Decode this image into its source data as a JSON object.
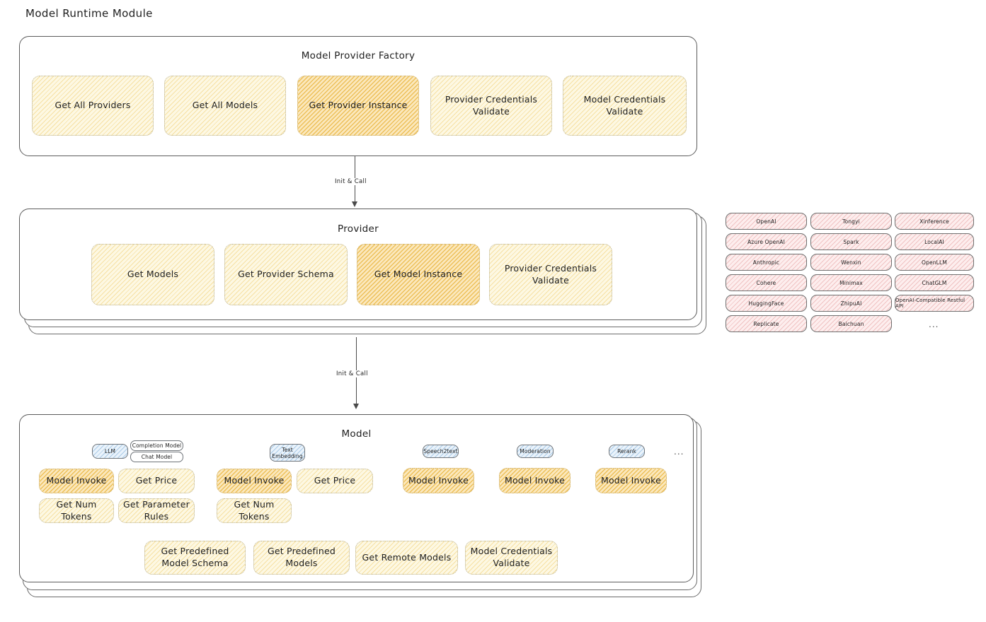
{
  "page": {
    "title": "Model Runtime Module"
  },
  "factory": {
    "title": "Model Provider Factory",
    "boxes": [
      {
        "label": "Get All Providers",
        "highlight": false
      },
      {
        "label": "Get All Models",
        "highlight": false
      },
      {
        "label": "Get Provider Instance",
        "highlight": true
      },
      {
        "label": "Provider Credentials Validate",
        "highlight": false
      },
      {
        "label": "Model Credentials Validate",
        "highlight": false
      }
    ]
  },
  "arrows": [
    {
      "label": "Init & Call",
      "from": "factory",
      "to": "provider"
    },
    {
      "label": "Init & Call",
      "from": "provider",
      "to": "model"
    }
  ],
  "provider": {
    "title": "Provider",
    "boxes": [
      {
        "label": "Get Models",
        "highlight": false
      },
      {
        "label": "Get Provider Schema",
        "highlight": false
      },
      {
        "label": "Get Model Instance",
        "highlight": true
      },
      {
        "label": "Provider Credentials Validate",
        "highlight": false
      }
    ]
  },
  "provider_list": {
    "columns": [
      {
        "items": [
          "OpenAI",
          "Azure OpenAI",
          "Anthropic",
          "Cohere",
          "HuggingFace",
          "Replicate"
        ]
      },
      {
        "items": [
          "Tongyi",
          "Spark",
          "Wenxin",
          "Minimax",
          "ZhipuAI",
          "Baichuan"
        ]
      },
      {
        "items": [
          "Xinference",
          "LocalAI",
          "OpenLLM",
          "ChatGLM",
          "OpenAI-Compatible Restful API"
        ]
      }
    ],
    "more": "..."
  },
  "model": {
    "title": "Model",
    "more": "...",
    "categories": [
      {
        "name": "LLM",
        "sub": [
          "Completion Model",
          "Chat Model"
        ],
        "ops": [
          {
            "label": "Model Invoke",
            "highlight": true
          },
          {
            "label": "Get Price",
            "highlight": false
          },
          {
            "label": "Get Num Tokens",
            "highlight": false
          },
          {
            "label": "Get Parameter Rules",
            "highlight": false
          }
        ]
      },
      {
        "name": "Text Embedding",
        "sub": [],
        "ops": [
          {
            "label": "Model Invoke",
            "highlight": true
          },
          {
            "label": "Get Price",
            "highlight": false
          },
          {
            "label": "Get Num Tokens",
            "highlight": false
          }
        ]
      },
      {
        "name": "Speech2text",
        "sub": [],
        "ops": [
          {
            "label": "Model Invoke",
            "highlight": false
          }
        ]
      },
      {
        "name": "Moderation",
        "sub": [],
        "ops": [
          {
            "label": "Model Invoke",
            "highlight": false
          }
        ]
      },
      {
        "name": "Rerank",
        "sub": [],
        "ops": [
          {
            "label": "Model Invoke",
            "highlight": false
          }
        ]
      }
    ],
    "common_ops": [
      "Get Predefined Model Schema",
      "Get Predefined Models",
      "Get Remote Models",
      "Model Credentials Validate"
    ]
  },
  "colors": {
    "cream": "#fdf8e3",
    "amber": "#fbe8bd",
    "blue": "#eaf3fb",
    "rose": "#fdeeee",
    "stroke": "#5c5c5c"
  }
}
